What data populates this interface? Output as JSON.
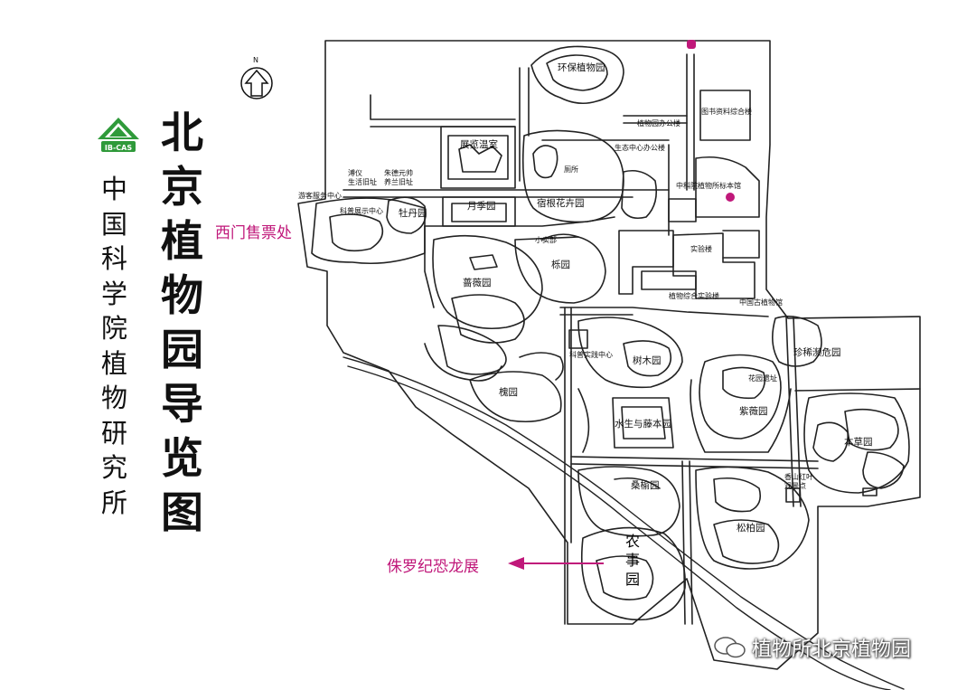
{
  "title": "北京植物园导览图",
  "organization": "中国科学院植物研究所",
  "logo_text": "IB-CAS",
  "compass": "N",
  "colors": {
    "accent": "#c0187a",
    "logo_green": "#2f9a3a"
  },
  "callouts": {
    "west_gate_ticket": "西门售票处",
    "dinosaur_exhibit": "侏罗纪恐龙展"
  },
  "gardens": {
    "huanbao": "环保植物园",
    "zhanlan": "展览温室",
    "yueji": "月季园",
    "suligen": "宿根花卉园",
    "mudan": "牡丹园",
    "qiangwei": "蔷薇园",
    "liyuan": "栎园",
    "shumu": "树木园",
    "huaiyuan": "槐园",
    "shuisheng": "水生与藤本园",
    "ziwei": "紫薇园",
    "suoluo": "桑榆园",
    "songbai": "松柏园",
    "nongshi": "农事园",
    "bencao": "本草园",
    "suoluo_fern": "珍稀濒危园"
  },
  "facilities": {
    "office": "植物园办公楼",
    "library": "图书资料综合楼",
    "eco_center": "生态中心办公楼",
    "institute": "中科院植物所标本馆",
    "lab": "实验楼",
    "plant_lab": "植物综合实验楼",
    "ancient_plant": "中国古植物馆",
    "visitor_center": "游客服务中心",
    "science_center": "科普展示中心",
    "science_practice": "科普实践中心",
    "zhutongyan": "朱德元帅\n养兰旧址",
    "chuanyi": "溥仪\n生活旧址",
    "toilet": "厕所",
    "shop": "小卖部",
    "hill_pavilion": "香山红叶\n观景点",
    "flower_pool": "花园遗址"
  },
  "watermark": "植物所北京植物园"
}
